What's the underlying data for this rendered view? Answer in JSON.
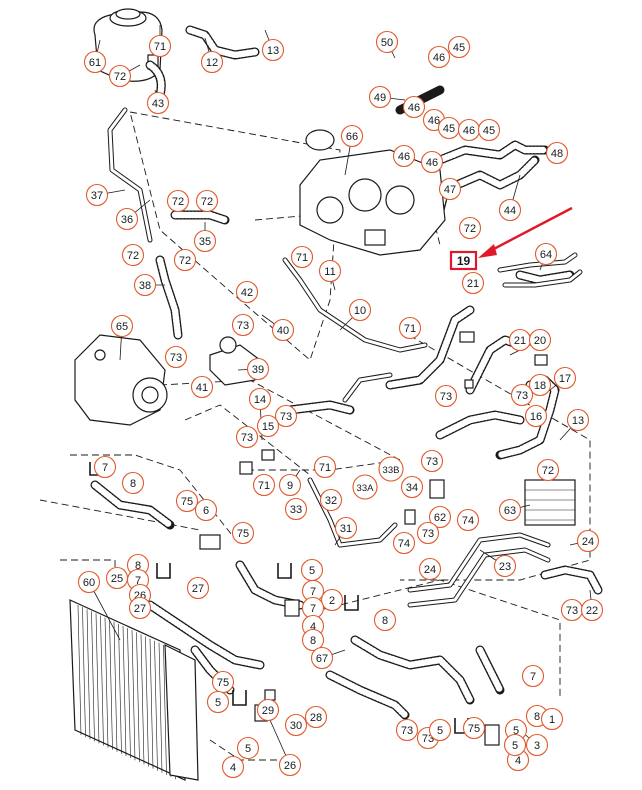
{
  "diagram": {
    "highlight_label": "19",
    "callouts": [
      {
        "id": "c61",
        "label": "61"
      },
      {
        "id": "c71a",
        "label": "71"
      },
      {
        "id": "c12",
        "label": "12"
      },
      {
        "id": "c13a",
        "label": "13"
      },
      {
        "id": "c72a",
        "label": "72"
      },
      {
        "id": "c43",
        "label": "43"
      },
      {
        "id": "c50",
        "label": "50"
      },
      {
        "id": "c46a",
        "label": "46"
      },
      {
        "id": "c45a",
        "label": "45"
      },
      {
        "id": "c49",
        "label": "49"
      },
      {
        "id": "c46b",
        "label": "46"
      },
      {
        "id": "c46c",
        "label": "46"
      },
      {
        "id": "c45b",
        "label": "45"
      },
      {
        "id": "c46d",
        "label": "46"
      },
      {
        "id": "c45c",
        "label": "45"
      },
      {
        "id": "c48",
        "label": "48"
      },
      {
        "id": "c66",
        "label": "66"
      },
      {
        "id": "c46e",
        "label": "46"
      },
      {
        "id": "c46f",
        "label": "46"
      },
      {
        "id": "c47",
        "label": "47"
      },
      {
        "id": "c37",
        "label": "37"
      },
      {
        "id": "c36",
        "label": "36"
      },
      {
        "id": "c72b",
        "label": "72"
      },
      {
        "id": "c72c",
        "label": "72"
      },
      {
        "id": "c35",
        "label": "35"
      },
      {
        "id": "c44",
        "label": "44"
      },
      {
        "id": "c72d",
        "label": "72"
      },
      {
        "id": "c72e",
        "label": "72"
      },
      {
        "id": "c72f",
        "label": "72"
      },
      {
        "id": "c71b",
        "label": "71"
      },
      {
        "id": "c11",
        "label": "11"
      },
      {
        "id": "c64",
        "label": "64"
      },
      {
        "id": "c21a",
        "label": "21"
      },
      {
        "id": "c38",
        "label": "38"
      },
      {
        "id": "c42",
        "label": "42"
      },
      {
        "id": "c73a",
        "label": "73"
      },
      {
        "id": "c40",
        "label": "40"
      },
      {
        "id": "c10",
        "label": "10"
      },
      {
        "id": "c65",
        "label": "65"
      },
      {
        "id": "c73b",
        "label": "73"
      },
      {
        "id": "c71c",
        "label": "71"
      },
      {
        "id": "c21b",
        "label": "21"
      },
      {
        "id": "c20",
        "label": "20"
      },
      {
        "id": "c41",
        "label": "41"
      },
      {
        "id": "c39",
        "label": "39"
      },
      {
        "id": "c18",
        "label": "18"
      },
      {
        "id": "c17",
        "label": "17"
      },
      {
        "id": "c73c",
        "label": "73"
      },
      {
        "id": "c73d",
        "label": "73"
      },
      {
        "id": "c16",
        "label": "16"
      },
      {
        "id": "c14",
        "label": "14"
      },
      {
        "id": "c73e",
        "label": "73"
      },
      {
        "id": "c15",
        "label": "15"
      },
      {
        "id": "c73f",
        "label": "73"
      },
      {
        "id": "c13b",
        "label": "13"
      },
      {
        "id": "c9",
        "label": "9"
      },
      {
        "id": "c71d",
        "label": "71"
      },
      {
        "id": "c33b",
        "label": "33B"
      },
      {
        "id": "c73g",
        "label": "73"
      },
      {
        "id": "c72g",
        "label": "72"
      },
      {
        "id": "c7a",
        "label": "7"
      },
      {
        "id": "c8a",
        "label": "8"
      },
      {
        "id": "c71e",
        "label": "71"
      },
      {
        "id": "c33a",
        "label": "33A"
      },
      {
        "id": "c34",
        "label": "34"
      },
      {
        "id": "c75a",
        "label": "75"
      },
      {
        "id": "c32",
        "label": "32"
      },
      {
        "id": "c62",
        "label": "62"
      },
      {
        "id": "c74a",
        "label": "74"
      },
      {
        "id": "c63",
        "label": "63"
      },
      {
        "id": "c6",
        "label": "6"
      },
      {
        "id": "c75b",
        "label": "75"
      },
      {
        "id": "c33",
        "label": "33"
      },
      {
        "id": "c31",
        "label": "31"
      },
      {
        "id": "c74b",
        "label": "74"
      },
      {
        "id": "c73h",
        "label": "73"
      },
      {
        "id": "c24a",
        "label": "24"
      },
      {
        "id": "c5a",
        "label": "5"
      },
      {
        "id": "c23",
        "label": "23"
      },
      {
        "id": "c24b",
        "label": "24"
      },
      {
        "id": "c60",
        "label": "60"
      },
      {
        "id": "c25",
        "label": "25"
      },
      {
        "id": "c8b",
        "label": "8"
      },
      {
        "id": "c7b",
        "label": "7"
      },
      {
        "id": "c26a",
        "label": "26"
      },
      {
        "id": "c27a",
        "label": "27"
      },
      {
        "id": "c27b",
        "label": "27"
      },
      {
        "id": "c2",
        "label": "2"
      },
      {
        "id": "c7c",
        "label": "7"
      },
      {
        "id": "c7d",
        "label": "7"
      },
      {
        "id": "c4a",
        "label": "4"
      },
      {
        "id": "c8c",
        "label": "8"
      },
      {
        "id": "c8d",
        "label": "8"
      },
      {
        "id": "c73i",
        "label": "73"
      },
      {
        "id": "c22",
        "label": "22"
      },
      {
        "id": "c67",
        "label": "67"
      },
      {
        "id": "c7e",
        "label": "7"
      },
      {
        "id": "c75c",
        "label": "75"
      },
      {
        "id": "c5b",
        "label": "5"
      },
      {
        "id": "c29",
        "label": "29"
      },
      {
        "id": "c30",
        "label": "30"
      },
      {
        "id": "c28",
        "label": "28"
      },
      {
        "id": "c73j",
        "label": "73"
      },
      {
        "id": "c5c",
        "label": "5"
      },
      {
        "id": "c75d",
        "label": "75"
      },
      {
        "id": "c5d",
        "label": "5"
      },
      {
        "id": "c8e",
        "label": "8"
      },
      {
        "id": "c1",
        "label": "1"
      },
      {
        "id": "c73k",
        "label": "73"
      },
      {
        "id": "c5e",
        "label": "5"
      },
      {
        "id": "c4b",
        "label": "4"
      },
      {
        "id": "c26b",
        "label": "26"
      },
      {
        "id": "c3",
        "label": "3"
      },
      {
        "id": "c4c",
        "label": "4"
      },
      {
        "id": "c5f",
        "label": "5"
      }
    ]
  }
}
